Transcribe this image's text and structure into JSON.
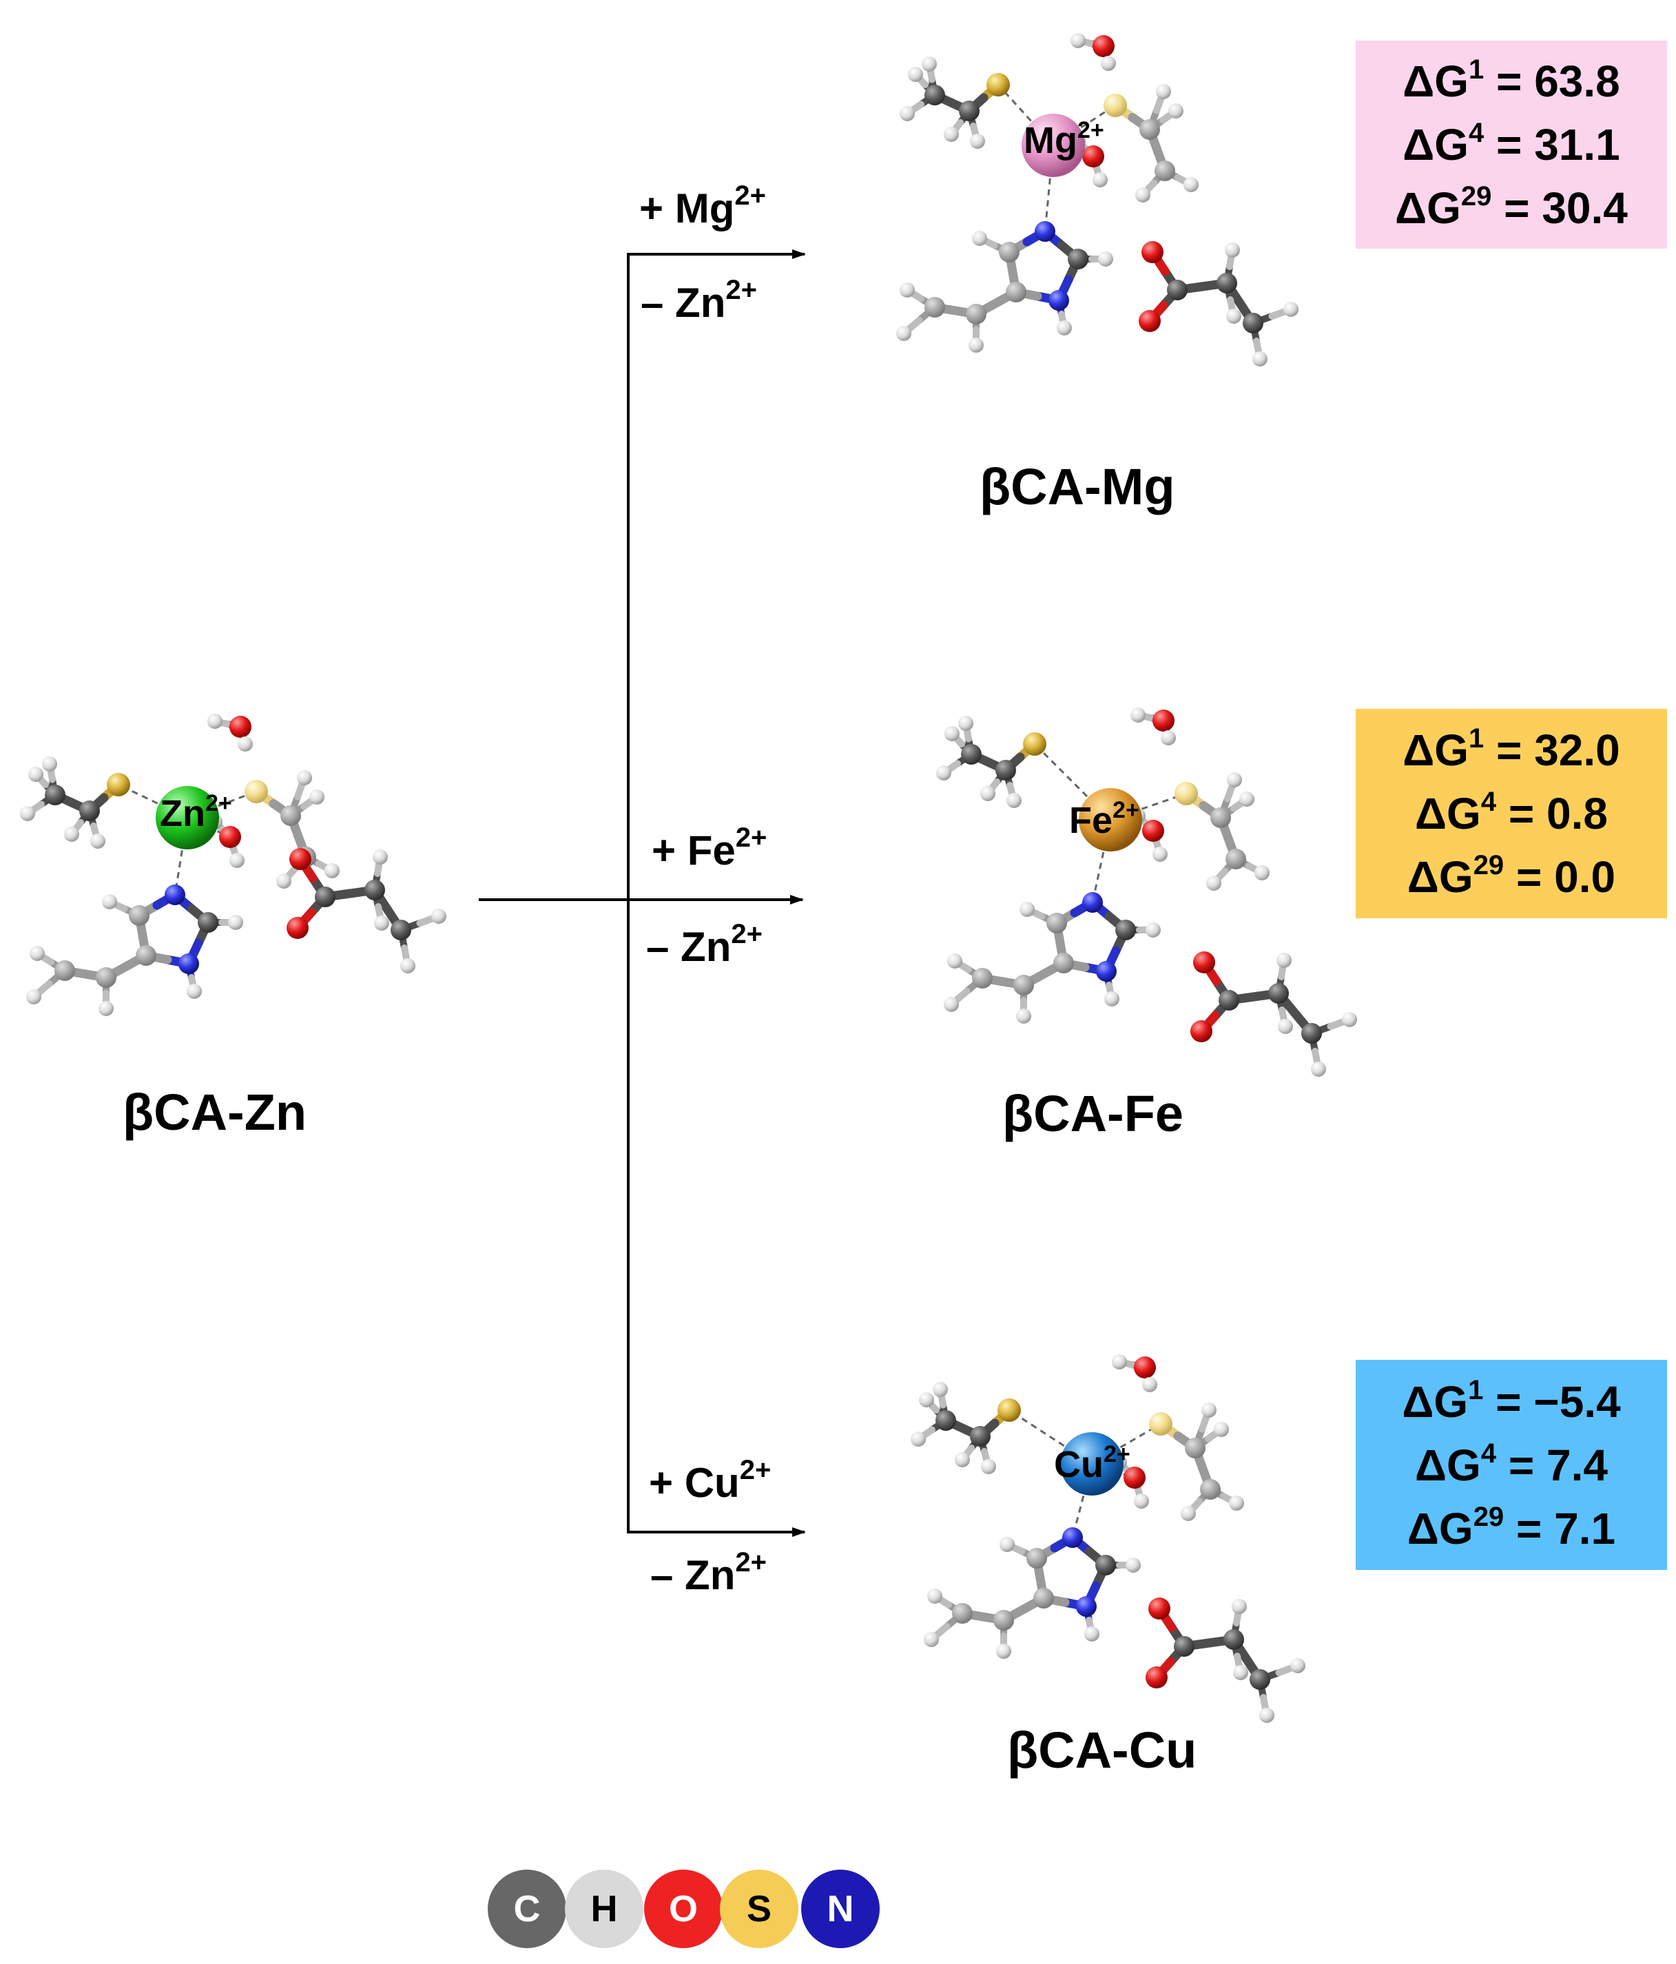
{
  "colors": {
    "carbon": "#676767",
    "hydrogen": "#d9d9d9",
    "oxygen": "#ee2222",
    "sulfur": "#f5cc55",
    "nitrogen": "#1c1ab3",
    "zinc": "#1dc41d",
    "magnesium": "#e493c6",
    "iron": "#dd9930",
    "copper": "#1c79d0",
    "mg_box": "#fbd5ec",
    "fe_box": "#fdcf5a",
    "cu_box": "#5cc0fb"
  },
  "reactant": {
    "species_label": "βCA-Zn",
    "metal": {
      "base": "Zn",
      "charge": "2+"
    }
  },
  "branches": [
    {
      "add": {
        "sign": "+ ",
        "ion": "Mg",
        "charge": "2+"
      },
      "remove": {
        "sign": "– ",
        "ion": "Zn",
        "charge": "2+"
      }
    },
    {
      "add": {
        "sign": "+ ",
        "ion": "Fe",
        "charge": "2+"
      },
      "remove": {
        "sign": "– ",
        "ion": "Zn",
        "charge": "2+"
      }
    },
    {
      "add": {
        "sign": "+ ",
        "ion": "Cu",
        "charge": "2+"
      },
      "remove": {
        "sign": "– ",
        "ion": "Zn",
        "charge": "2+"
      }
    }
  ],
  "products": [
    {
      "species_label": "βCA-Mg",
      "metal": {
        "base": "Mg",
        "charge": "2+"
      },
      "energies": [
        {
          "symbol": "ΔG",
          "sup": "1",
          "value": " = 63.8"
        },
        {
          "symbol": "ΔG",
          "sup": "4",
          "value": " = 31.1"
        },
        {
          "symbol": "ΔG",
          "sup": "29",
          "value": " = 30.4"
        }
      ]
    },
    {
      "species_label": "βCA-Fe",
      "metal": {
        "base": "Fe",
        "charge": "2+"
      },
      "energies": [
        {
          "symbol": "ΔG",
          "sup": "1",
          "value": " = 32.0"
        },
        {
          "symbol": "ΔG",
          "sup": "4",
          "value": " = 0.8"
        },
        {
          "symbol": "ΔG",
          "sup": "29",
          "value": " = 0.0"
        }
      ]
    },
    {
      "species_label": "βCA-Cu",
      "metal": {
        "base": "Cu",
        "charge": "2+"
      },
      "energies": [
        {
          "symbol": "ΔG",
          "sup": "1",
          "value": " = −5.4"
        },
        {
          "symbol": "ΔG",
          "sup": "4",
          "value": " = 7.4"
        },
        {
          "symbol": "ΔG",
          "sup": "29",
          "value": " = 7.1"
        }
      ]
    }
  ],
  "legend": [
    "C",
    "H",
    "O",
    "S",
    "N"
  ]
}
